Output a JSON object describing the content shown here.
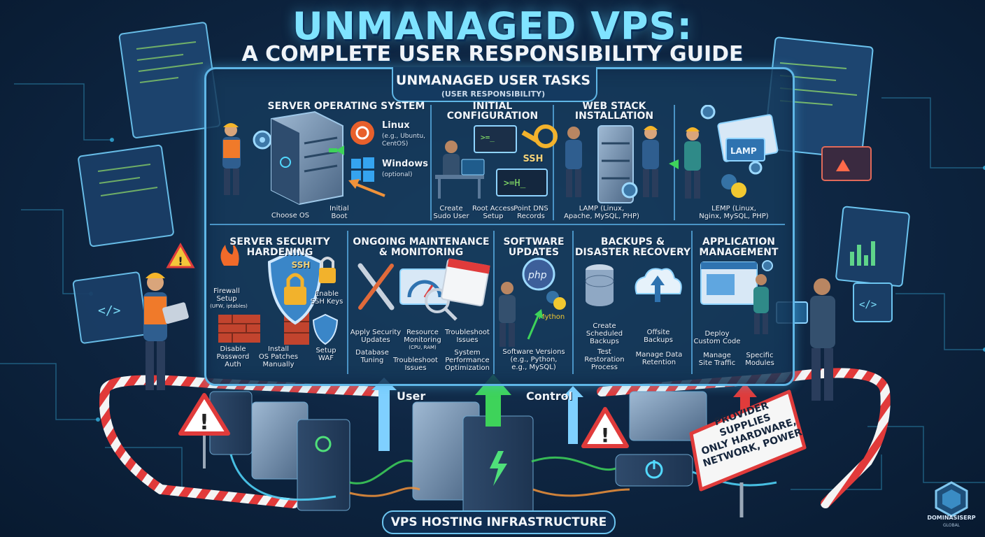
{
  "title": {
    "main": "UNMANAGED VPS:",
    "sub": "A COMPLETE USER RESPONSIBILITY GUIDE"
  },
  "panel": {
    "header": "UNMANAGED USER TASKS",
    "subheader": "(USER RESPONSIBILITY)"
  },
  "sections": {
    "os": {
      "title_line1": "SERVER OPERATING SYSTEM",
      "linux": "Linux",
      "linux_detail": "(e.g., Ubuntu,",
      "linux_detail2": "CentOS)",
      "windows": "Windows",
      "windows_detail": "(optional)",
      "choose_os": "Choose OS",
      "initial_boot_1": "Initial",
      "initial_boot_2": "Boot"
    },
    "config": {
      "title_line1": "INITIAL",
      "title_line2": "CONFIGURATION",
      "ssh": "SSH",
      "terminal_1": ">=_",
      "terminal_2": ">=H_",
      "create_1": "Create",
      "create_2": "Sudo User",
      "root_1": "Root Access",
      "root_2": "Setup",
      "dns_1": "Point DNS",
      "dns_2": "Records"
    },
    "webstack": {
      "title_line1": "WEB STACK",
      "title_line2": "INSTALLATION",
      "lamp_1": "LAMP (Linux,",
      "lamp_2": "Apache, MySQL, PHP)",
      "lemp_1": "LEMP (Linux,",
      "lemp_2": "Nginx, MySQL, PHP)",
      "screen_label": "LAMP"
    },
    "security": {
      "title_line1": "SERVER SECURITY",
      "title_line2": "HARDENING",
      "ssh": "SSH",
      "firewall_1": "Firewall",
      "firewall_2": "Setup",
      "firewall_3": "(UFW, iptables)",
      "enable_1": "Enable",
      "enable_2": "SSH Keys",
      "disable_1": "Disable",
      "disable_2": "Password",
      "disable_3": "Auth",
      "install_1": "Install",
      "install_2": "OS Patches",
      "install_3": "Manually",
      "waf_1": "Setup",
      "waf_2": "WAF"
    },
    "maintenance": {
      "title_line1": "ONGOING MAINTENANCE",
      "title_line2": "& MONITORING",
      "apply_1": "Apply Security",
      "apply_2": "Updates",
      "resource_1": "Resource",
      "resource_2": "Monitoring",
      "resource_3": "(CPU, RAM)",
      "trouble_1": "Troubleshoot",
      "trouble_2": "Issues",
      "db_1": "Database",
      "db_2": "Tuning",
      "trouble2_1": "Troubleshoot",
      "trouble2_2": "Issues",
      "perf_1": "System",
      "perf_2": "Performance",
      "perf_3": "Optimization"
    },
    "software": {
      "title_line1": "SOFTWARE",
      "title_line2": "UPDATES",
      "php": "php",
      "python": "Mython",
      "versions_1": "Software Versions",
      "versions_2": "(e.g., Python,",
      "versions_3": "e.g., MySQL)"
    },
    "backups": {
      "title_line1": "BACKUPS &",
      "title_line2": "DISASTER RECOVERY",
      "sched_1": "Create",
      "sched_2": "Scheduled",
      "sched_3": "Backups",
      "offsite_1": "Offsite",
      "offsite_2": "Backups",
      "test_1": "Test",
      "test_2": "Restoration",
      "test_3": "Process",
      "retention_1": "Manage Data",
      "retention_2": "Retention"
    },
    "application": {
      "title_line1": "APPLICATION",
      "title_line2": "MANAGEMENT",
      "deploy_1": "Deploy",
      "deploy_2": "Custom Code",
      "traffic_1": "Manage",
      "traffic_2": "Site Traffic",
      "modules_1": "Specific",
      "modules_2": "Modules"
    }
  },
  "bottom": {
    "user": "User",
    "control": "Control",
    "infrastructure": "VPS HOSTING INFRASTRUCTURE",
    "provider_1": "PROVIDER SUPPLIES",
    "provider_2": "ONLY HARDWARE,",
    "provider_3": "NETWORK, POWER"
  },
  "logo": {
    "name": "DOMINASISERP",
    "sub": "GLOBAL"
  },
  "icons": [
    "worker-icon",
    "laptop-icon",
    "server-tower-icon",
    "ubuntu-icon",
    "windows-icon",
    "key-icon",
    "terminal-icon",
    "server-rack-icon",
    "gear-icon",
    "python-icon",
    "fire-icon",
    "brick-wall-icon",
    "shield-lock-icon",
    "padlock-icon",
    "wrench-icon",
    "gauge-icon",
    "calendar-icon",
    "magnifier-icon",
    "php-icon",
    "database-icon",
    "cloud-upload-icon",
    "browser-window-icon",
    "warning-icon",
    "power-icon",
    "hexagon-logo-icon"
  ],
  "colors": {
    "accent": "#7fe3ff",
    "panel_border": "#5fb6e6",
    "warning_red": "#e03b3b",
    "arrow_green": "#3ed35a",
    "arrow_orange": "#f0923a",
    "background": "#0f2744"
  }
}
